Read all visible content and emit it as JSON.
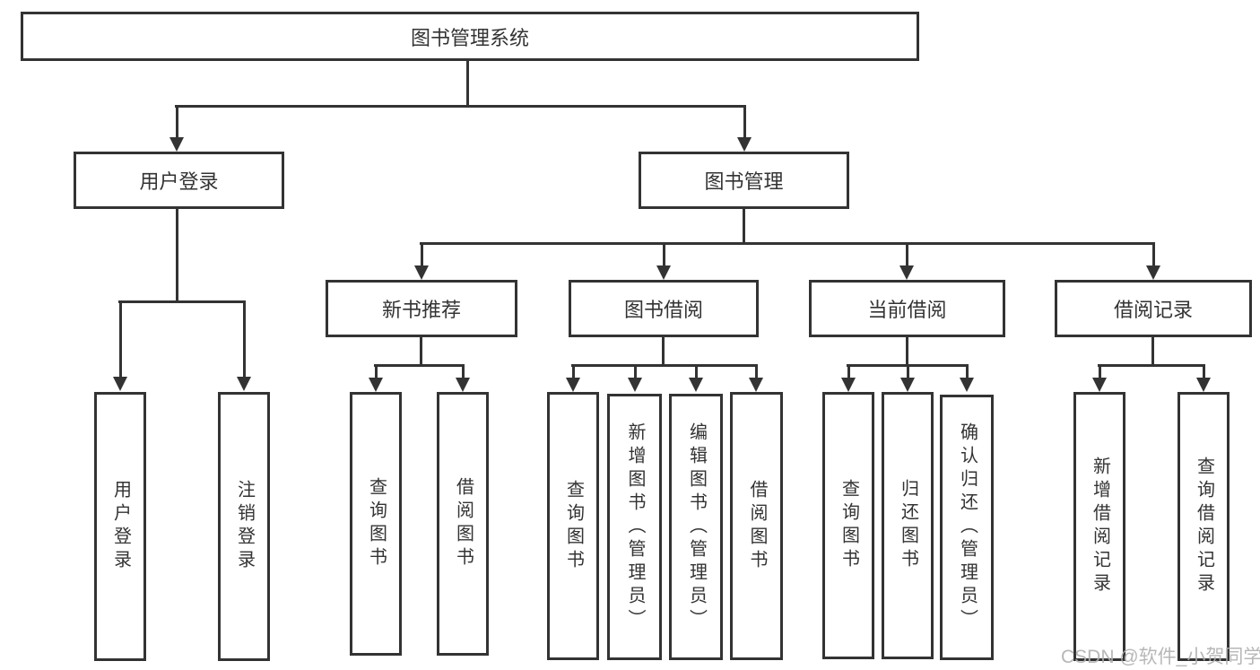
{
  "colors": {
    "line": "#333333",
    "box_background": "#ffffff",
    "text": "#333333",
    "watermark": "#b0b0b0",
    "page_background": "#ffffff"
  },
  "tree": {
    "root": "图书管理系统",
    "branches": [
      {
        "label": "用户登录",
        "children": [
          "用户登录",
          "注销登录"
        ]
      },
      {
        "label": "图书管理",
        "sections": [
          {
            "label": "新书推荐",
            "children": [
              "查询图书",
              "借阅图书"
            ]
          },
          {
            "label": "图书借阅",
            "children": [
              "查询图书",
              "新增图书（管理员）",
              "编辑图书（管理员）",
              "借阅图书"
            ]
          },
          {
            "label": "当前借阅",
            "children": [
              "查询图书",
              "归还图书",
              "确认归还（管理员）"
            ]
          },
          {
            "label": "借阅记录",
            "children": [
              "新增借阅记录",
              "查询借阅记录"
            ]
          }
        ]
      }
    ]
  },
  "watermark": {
    "text": "CSDN @软件_小贺同学"
  }
}
